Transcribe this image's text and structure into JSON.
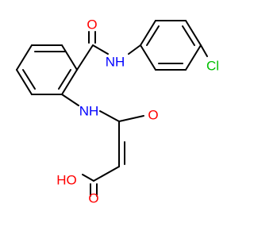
{
  "molecule": {
    "labels": {
      "o_amide": "O",
      "nh_amide": "NH",
      "cl": "Cl",
      "nh_anilide": "NH",
      "o_maleamide": "O",
      "oh": "HO",
      "o_acid": "O"
    },
    "colors": {
      "bond": "#000000",
      "oxygen": "#ff0000",
      "nitrogen": "#0000ff",
      "chlorine": "#00c000",
      "hydrogen_text": "#000000"
    }
  }
}
